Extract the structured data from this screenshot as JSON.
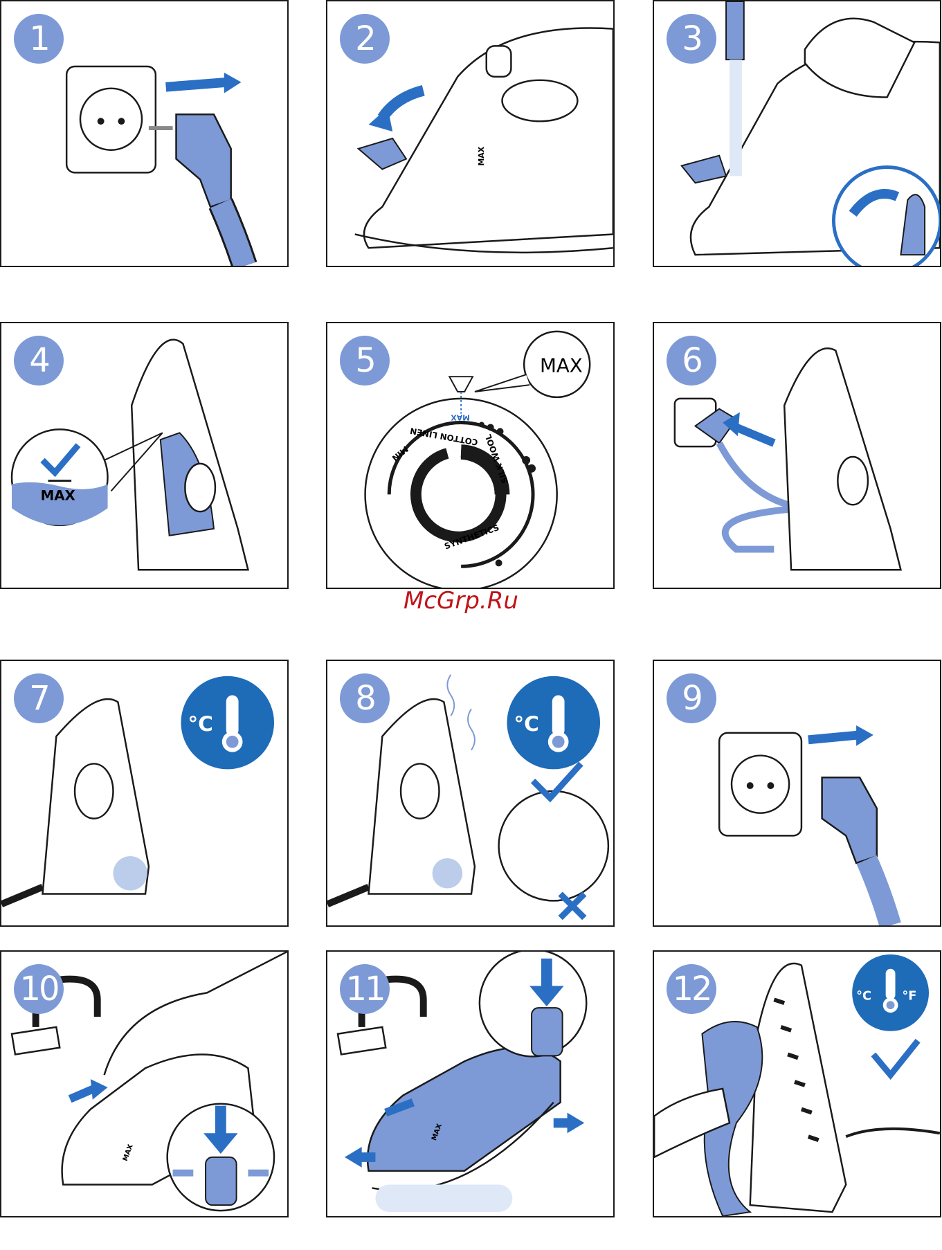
{
  "steps": [
    {
      "number": "1"
    },
    {
      "number": "2"
    },
    {
      "number": "3"
    },
    {
      "number": "4",
      "max_label": "MAX"
    },
    {
      "number": "5",
      "bubble_label": "MAX",
      "dial": {
        "max": "MAX",
        "cotton_linen": "COTTON LINEN",
        "silk_wool": "SILK WOOL",
        "synthetics": "SYNTHETICS",
        "min": "MIN"
      }
    },
    {
      "number": "6"
    },
    {
      "number": "7",
      "temp_unit": "°C"
    },
    {
      "number": "8",
      "temp_unit": "°C"
    },
    {
      "number": "9"
    },
    {
      "number": "10"
    },
    {
      "number": "11"
    },
    {
      "number": "12",
      "temp_unit_c": "°C",
      "temp_unit_f": "°F"
    }
  ],
  "iron_label": "MAX",
  "watermark": "McGrp.Ru",
  "colors": {
    "accent": "#7d9ad6",
    "arrow": "#2a6fc4",
    "dark_blue": "#1e6bb8",
    "outline": "#1a1a1a"
  }
}
